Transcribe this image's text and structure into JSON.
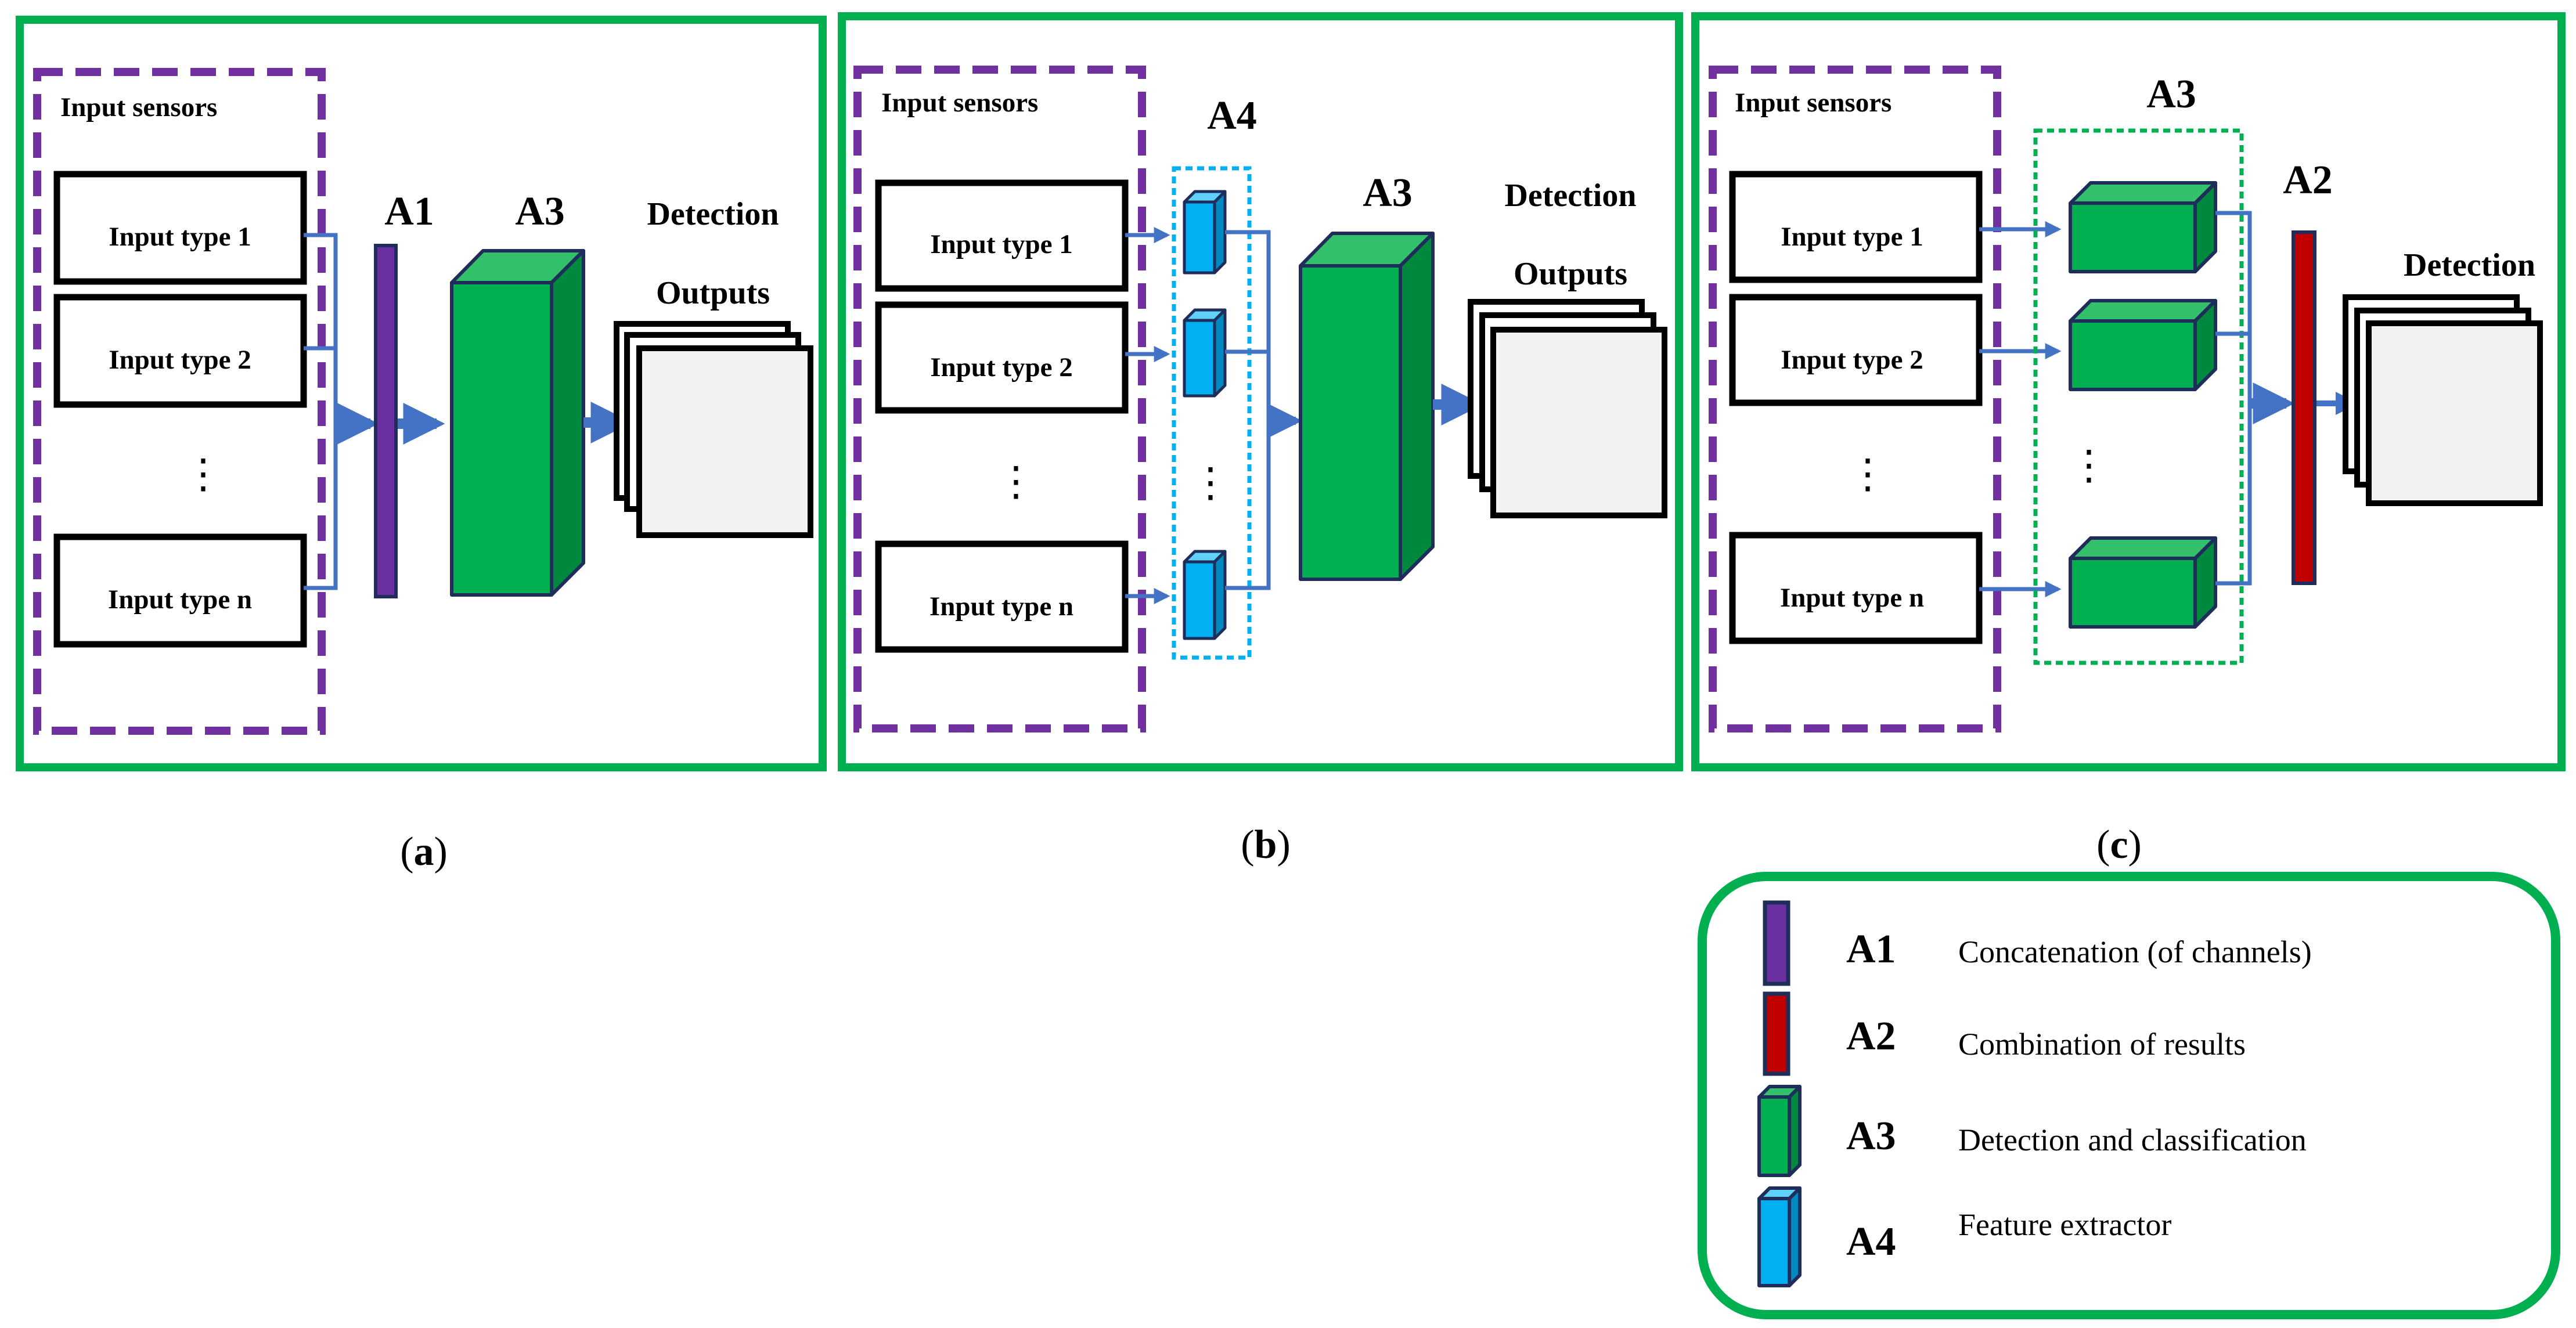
{
  "panels": [
    {
      "sensors_label": "Input sensors",
      "inputs": [
        "Input type 1",
        "Input type 2",
        "Input type n"
      ],
      "ellipsis": "⋮",
      "stages": [
        "A1",
        "A3"
      ],
      "detection": "Detection",
      "outputs": "Outputs",
      "caption_open": "(",
      "caption_letter": "a",
      "caption_close": ")"
    },
    {
      "sensors_label": "Input sensors",
      "inputs": [
        "Input type 1",
        "Input type 2",
        "Input type n"
      ],
      "ellipsis": "⋮",
      "stages": [
        "A4",
        "A3"
      ],
      "detection": "Detection",
      "outputs": "Outputs",
      "caption_open": "(",
      "caption_letter": "b",
      "caption_close": ")"
    },
    {
      "sensors_label": "Input sensors",
      "inputs": [
        "Input type 1",
        "Input type 2",
        "Input type n"
      ],
      "ellipsis": "⋮",
      "stages": [
        "A3",
        "A2"
      ],
      "detection": "Detection",
      "caption_open": "(",
      "caption_letter": "c",
      "caption_close": ")"
    }
  ],
  "legend": [
    {
      "code": "A1",
      "text": "Concatenation (of channels)",
      "icon": "concatenation-bar-icon"
    },
    {
      "code": "A2",
      "text": "Combination of results",
      "icon": "combination-bar-icon"
    },
    {
      "code": "A3",
      "text": "Detection and classification",
      "icon": "green-cube-icon"
    },
    {
      "code": "A4",
      "text": "Feature extractor",
      "icon": "blue-cube-icon"
    }
  ],
  "colors": {
    "panel_border": "#00b050",
    "sensor_border": "#7030a0",
    "concat_bar": "#6a2fa0",
    "combination_bar": "#c00000",
    "cube_green": "#00b050",
    "cube_blue": "#00b0f0",
    "arrow": "#4472c4",
    "outline": "#1f2d5a"
  }
}
